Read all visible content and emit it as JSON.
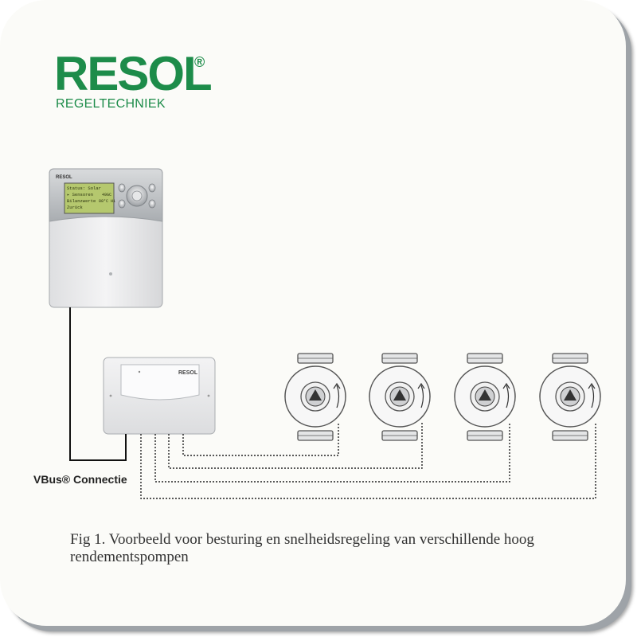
{
  "logo": {
    "brand": "RESOL",
    "registered": "®",
    "subtitle": "REGELTECHNIEK"
  },
  "controller": {
    "brand": "RESOL",
    "screen_lines": [
      "Status: Solar",
      "▸ Sensoren",
      "Bilanzwerte",
      "Zurück"
    ],
    "screen_values": [
      "",
      "49GC",
      "88°C Hi",
      ""
    ]
  },
  "module": {
    "brand": "RESOL"
  },
  "connection_label": "VBus® Connectie",
  "caption": "Fig 1. Voorbeeld voor besturing en snelheidsregeling van verschillende hoog rendementspompen",
  "colors": {
    "brand_green": "#1d8c4a",
    "lcd_green": "#b5c86e",
    "wire": "#111111"
  }
}
